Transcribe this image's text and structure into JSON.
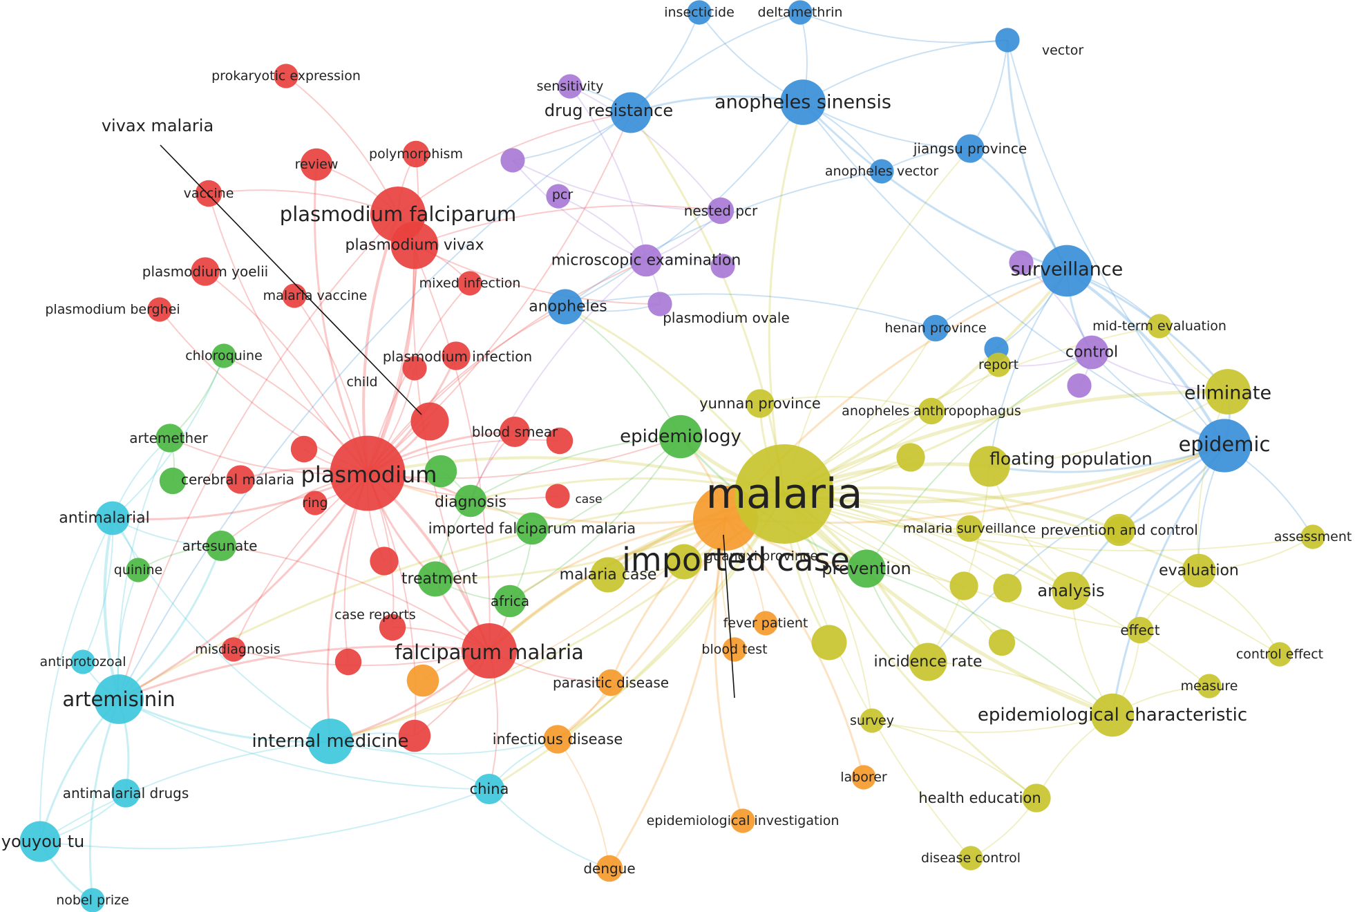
{
  "clusters": {
    "red": "#e8413e",
    "green": "#4cb944",
    "blue": "#3a8fd9",
    "yellow": "#c8c42e",
    "purple": "#a87ad6",
    "cyan": "#3ec7dc",
    "orange": "#f59a2c"
  },
  "nodes": [
    {
      "id": "malaria",
      "label": "malaria",
      "cluster": "yellow",
      "weight": 100
    },
    {
      "id": "imported-case",
      "label": "imported case",
      "cluster": "orange",
      "weight": 40
    },
    {
      "id": "plasmodium",
      "label": "plasmodium",
      "cluster": "red",
      "weight": 55
    },
    {
      "id": "plasmodium-falciparum",
      "label": "plasmodium falciparum",
      "cluster": "red",
      "weight": 28
    },
    {
      "id": "plasmodium-vivax",
      "label": "plasmodium vivax",
      "cluster": "red",
      "weight": 20
    },
    {
      "id": "falciparum-malaria",
      "label": "falciparum malaria",
      "cluster": "red",
      "weight": 28
    },
    {
      "id": "vivax-malaria",
      "label": "",
      "cluster": "red",
      "weight": 12
    },
    {
      "id": "review",
      "label": "review",
      "cluster": "red",
      "weight": 8
    },
    {
      "id": "polymorphism",
      "label": "polymorphism",
      "cluster": "red",
      "weight": 5
    },
    {
      "id": "prokaryotic-expression",
      "label": "prokaryotic expression",
      "cluster": "red",
      "weight": 4
    },
    {
      "id": "vaccine",
      "label": "vaccine",
      "cluster": "red",
      "weight": 5
    },
    {
      "id": "plasmodium-yoelii",
      "label": "plasmodium yoelii",
      "cluster": "red",
      "weight": 6
    },
    {
      "id": "plasmodium-berghei",
      "label": "plasmodium berghei",
      "cluster": "red",
      "weight": 4
    },
    {
      "id": "malaria-vaccine",
      "label": "malaria vaccine",
      "cluster": "red",
      "weight": 4
    },
    {
      "id": "mixed-infection",
      "label": "mixed infection",
      "cluster": "red",
      "weight": 4
    },
    {
      "id": "plasmodium-infection",
      "label": "plasmodium infection",
      "cluster": "red",
      "weight": 6
    },
    {
      "id": "child",
      "label": "child",
      "cluster": "red",
      "weight": 4
    },
    {
      "id": "blood-smear",
      "label": "blood smear",
      "cluster": "red",
      "weight": 7
    },
    {
      "id": "cerebral-malaria",
      "label": "cerebral malaria",
      "cluster": "red",
      "weight": 6
    },
    {
      "id": "ring",
      "label": "ring",
      "cluster": "red",
      "weight": 4
    },
    {
      "id": "case",
      "label": "case",
      "cluster": "red",
      "weight": 4
    },
    {
      "id": "case-reports",
      "label": "case reports",
      "cluster": "red",
      "weight": 5
    },
    {
      "id": "misdiagnosis",
      "label": "misdiagnosis",
      "cluster": "red",
      "weight": 4
    },
    {
      "id": "red-dot-1",
      "label": "",
      "cluster": "red",
      "weight": 5
    },
    {
      "id": "red-dot-2",
      "label": "",
      "cluster": "red",
      "weight": 6
    },
    {
      "id": "red-dot-3",
      "label": "",
      "cluster": "red",
      "weight": 8
    },
    {
      "id": "red-dot-4",
      "label": "",
      "cluster": "red",
      "weight": 5
    },
    {
      "id": "red-dot-5",
      "label": "",
      "cluster": "red",
      "weight": 5
    },
    {
      "id": "chloroquine",
      "label": "chloroquine",
      "cluster": "green",
      "weight": 4
    },
    {
      "id": "artemether",
      "label": "artemether",
      "cluster": "green",
      "weight": 6
    },
    {
      "id": "artesunate",
      "label": "artesunate",
      "cluster": "green",
      "weight": 7
    },
    {
      "id": "quinine",
      "label": "quinine",
      "cluster": "green",
      "weight": 4
    },
    {
      "id": "diagnosis",
      "label": "diagnosis",
      "cluster": "green",
      "weight": 8
    },
    {
      "id": "imported-falciparum-malaria",
      "label": "imported falciparum malaria",
      "cluster": "green",
      "weight": 8
    },
    {
      "id": "treatment",
      "label": "treatment",
      "cluster": "green",
      "weight": 10
    },
    {
      "id": "africa",
      "label": "africa",
      "cluster": "green",
      "weight": 8
    },
    {
      "id": "epidemiology",
      "label": "epidemiology",
      "cluster": "green",
      "weight": 16
    },
    {
      "id": "prevention",
      "label": "prevention",
      "cluster": "green",
      "weight": 12
    },
    {
      "id": "green-dot-1",
      "label": "",
      "cluster": "green",
      "weight": 8
    },
    {
      "id": "green-dot-2",
      "label": "",
      "cluster": "green",
      "weight": 5
    },
    {
      "id": "insecticide",
      "label": "insecticide",
      "cluster": "blue",
      "weight": 4
    },
    {
      "id": "deltamethrin",
      "label": "deltamethrin",
      "cluster": "blue",
      "weight": 4
    },
    {
      "id": "vector",
      "label": "vector",
      "cluster": "blue",
      "weight": 4
    },
    {
      "id": "drug-resistance",
      "label": "drug resistance",
      "cluster": "blue",
      "weight": 14
    },
    {
      "id": "anopheles-sinensis",
      "label": "anopheles sinensis",
      "cluster": "blue",
      "weight": 18
    },
    {
      "id": "jiangsu-province",
      "label": "jiangsu province",
      "cluster": "blue",
      "weight": 6
    },
    {
      "id": "anopheles-vector",
      "label": "anopheles vector",
      "cluster": "blue",
      "weight": 4
    },
    {
      "id": "surveillance",
      "label": "surveillance",
      "cluster": "blue",
      "weight": 24
    },
    {
      "id": "anopheles",
      "label": "anopheles",
      "cluster": "blue",
      "weight": 10
    },
    {
      "id": "henan-province",
      "label": "henan province",
      "cluster": "blue",
      "weight": 5
    },
    {
      "id": "epidemic",
      "label": "epidemic",
      "cluster": "blue",
      "weight": 26
    },
    {
      "id": "blue-dot-1",
      "label": "",
      "cluster": "blue",
      "weight": 4
    },
    {
      "id": "sensitivity",
      "label": "sensitivity",
      "cluster": "purple",
      "weight": 4
    },
    {
      "id": "pcr",
      "label": "pcr",
      "cluster": "purple",
      "weight": 4
    },
    {
      "id": "nested-pcr",
      "label": "nested pcr",
      "cluster": "purple",
      "weight": 5
    },
    {
      "id": "microscopic-examination",
      "label": "microscopic examination",
      "cluster": "purple",
      "weight": 8
    },
    {
      "id": "plasmodium-ovale",
      "label": "plasmodium ovale",
      "cluster": "purple",
      "weight": 4
    },
    {
      "id": "control",
      "label": "control",
      "cluster": "purple",
      "weight": 9
    },
    {
      "id": "purple-dot-1",
      "label": "",
      "cluster": "purple",
      "weight": 4
    },
    {
      "id": "purple-dot-2",
      "label": "",
      "cluster": "purple",
      "weight": 4
    },
    {
      "id": "purple-dot-3",
      "label": "",
      "cluster": "purple",
      "weight": 4
    },
    {
      "id": "purple-dot-4",
      "label": "",
      "cluster": "purple",
      "weight": 4
    },
    {
      "id": "antimalarial",
      "label": "antimalarial",
      "cluster": "cyan",
      "weight": 9
    },
    {
      "id": "antiprotozoal",
      "label": "antiprotozoal",
      "cluster": "cyan",
      "weight": 4
    },
    {
      "id": "artemisinin",
      "label": "artemisinin",
      "cluster": "cyan",
      "weight": 22
    },
    {
      "id": "internal-medicine",
      "label": "internal medicine",
      "cluster": "cyan",
      "weight": 18
    },
    {
      "id": "antimalarial-drugs",
      "label": "antimalarial drugs",
      "cluster": "cyan",
      "weight": 6
    },
    {
      "id": "youyou-tu",
      "label": "youyou tu",
      "cluster": "cyan",
      "weight": 14
    },
    {
      "id": "nobel-prize",
      "label": "nobel prize",
      "cluster": "cyan",
      "weight": 4
    },
    {
      "id": "china",
      "label": "china",
      "cluster": "cyan",
      "weight": 7
    },
    {
      "id": "parasitic-disease",
      "label": "parasitic disease",
      "cluster": "orange",
      "weight": 5
    },
    {
      "id": "infectious-disease",
      "label": "infectious disease",
      "cluster": "orange",
      "weight": 6
    },
    {
      "id": "laborer",
      "label": "laborer",
      "cluster": "orange",
      "weight": 4
    },
    {
      "id": "epidemiological-investigation",
      "label": "epidemiological investigation",
      "cluster": "orange",
      "weight": 4
    },
    {
      "id": "dengue",
      "label": "dengue",
      "cluster": "orange",
      "weight": 5
    },
    {
      "id": "orange-dot-1",
      "label": "",
      "cluster": "orange",
      "weight": 8
    },
    {
      "id": "fever-patient",
      "label": "fever patient",
      "cluster": "orange",
      "weight": 4
    },
    {
      "id": "blood-test",
      "label": "blood test",
      "cluster": "orange",
      "weight": 4
    },
    {
      "id": "eliminate",
      "label": "eliminate",
      "cluster": "yellow",
      "weight": 18
    },
    {
      "id": "floating-population",
      "label": "floating population",
      "cluster": "yellow",
      "weight": 14
    },
    {
      "id": "mid-term-evaluation",
      "label": "mid-term evaluation",
      "cluster": "yellow",
      "weight": 4
    },
    {
      "id": "report",
      "label": "report",
      "cluster": "yellow",
      "weight": 4
    },
    {
      "id": "yunnan-province",
      "label": "yunnan province",
      "cluster": "yellow",
      "weight": 6
    },
    {
      "id": "anopheles-anthropophagus",
      "label": "anopheles anthropophagus",
      "cluster": "yellow",
      "weight": 5
    },
    {
      "id": "malaria-surveillance",
      "label": "malaria surveillance",
      "cluster": "yellow",
      "weight": 5
    },
    {
      "id": "prevention-and-control",
      "label": "prevention and control",
      "cluster": "yellow",
      "weight": 8
    },
    {
      "id": "assessment",
      "label": "assessment",
      "cluster": "yellow",
      "weight": 4
    },
    {
      "id": "guangxi-province",
      "label": "guangxi province",
      "cluster": "yellow",
      "weight": 10
    },
    {
      "id": "malaria-case",
      "label": "malaria case",
      "cluster": "yellow",
      "weight": 10
    },
    {
      "id": "analysis",
      "label": "analysis",
      "cluster": "yellow",
      "weight": 12
    },
    {
      "id": "evaluation",
      "label": "evaluation",
      "cluster": "yellow",
      "weight": 9
    },
    {
      "id": "effect",
      "label": "effect",
      "cluster": "yellow",
      "weight": 5
    },
    {
      "id": "control-effect",
      "label": "control effect",
      "cluster": "yellow",
      "weight": 4
    },
    {
      "id": "incidence-rate",
      "label": "incidence rate",
      "cluster": "yellow",
      "weight": 12
    },
    {
      "id": "measure",
      "label": "measure",
      "cluster": "yellow",
      "weight": 4
    },
    {
      "id": "epidemiological-characteristic",
      "label": "epidemiological characteristic",
      "cluster": "yellow",
      "weight": 16
    },
    {
      "id": "survey",
      "label": "survey",
      "cluster": "yellow",
      "weight": 4
    },
    {
      "id": "health-education",
      "label": "health education",
      "cluster": "yellow",
      "weight": 6
    },
    {
      "id": "disease-control",
      "label": "disease control",
      "cluster": "yellow",
      "weight": 4
    },
    {
      "id": "yellow-dot-1",
      "label": "",
      "cluster": "yellow",
      "weight": 10
    },
    {
      "id": "yellow-dot-2",
      "label": "",
      "cluster": "yellow",
      "weight": 6
    },
    {
      "id": "yellow-dot-3",
      "label": "",
      "cluster": "yellow",
      "weight": 6
    },
    {
      "id": "yellow-dot-4",
      "label": "",
      "cluster": "yellow",
      "weight": 6
    },
    {
      "id": "yellow-dot-5",
      "label": "",
      "cluster": "yellow",
      "weight": 5
    },
    {
      "id": "yellow-dot-6",
      "label": "",
      "cluster": "yellow",
      "weight": 5
    }
  ],
  "callouts": [
    {
      "id": "callout-vivax",
      "text": "vivax malaria",
      "target": "vivax-malaria"
    },
    {
      "id": "callout-imported",
      "text": "",
      "target": "imported-case"
    }
  ]
}
